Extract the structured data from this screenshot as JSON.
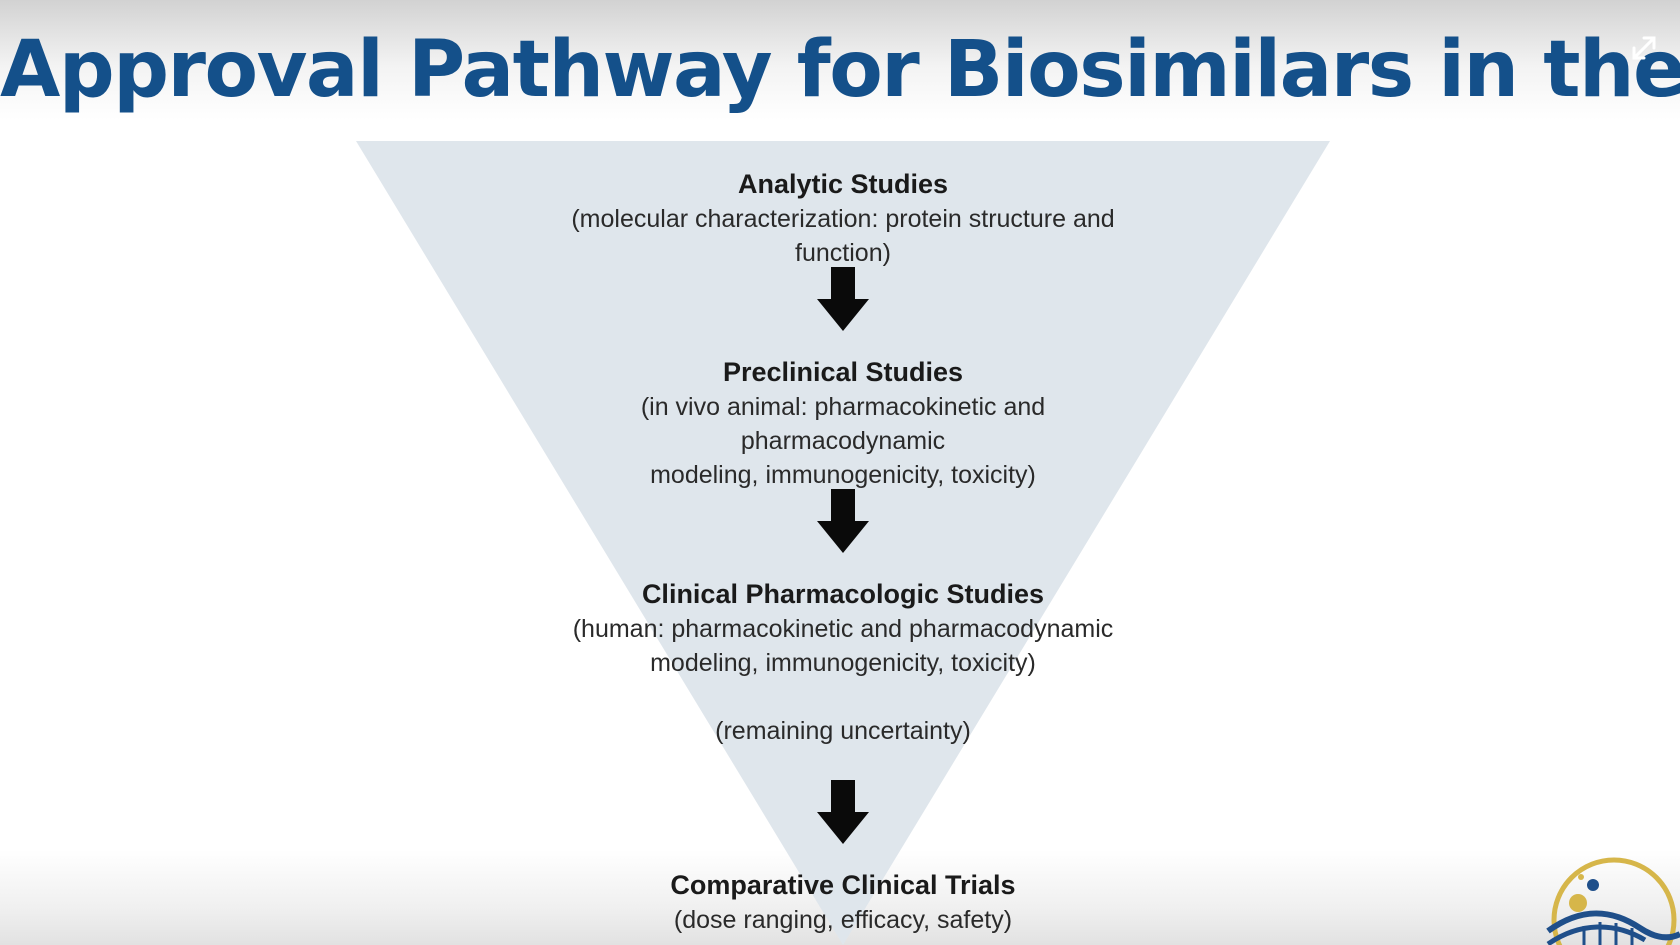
{
  "slide": {
    "title": "Approval Pathway for Biosimilars in the US"
  },
  "funnel": {
    "stages": [
      {
        "title": "Analytic Studies",
        "description": "(molecular characterization: protein structure and function)"
      },
      {
        "title": "Preclinical Studies",
        "description": "(in vivo animal: pharmacokinetic and pharmacodynamic\nmodeling, immunogenicity, toxicity)"
      },
      {
        "title": "Clinical Pharmacologic Studies",
        "description": "(human: pharmacokinetic and pharmacodynamic\nmodeling, immunogenicity, toxicity)",
        "note": "(remaining uncertainty)"
      },
      {
        "title": "Comparative Clinical Trials",
        "description": "(dose ranging, efficacy, safety)"
      }
    ]
  },
  "icons": {
    "expand": "expand-icon",
    "arrow": "arrow-down-icon",
    "logo": "logo-icon"
  },
  "colors": {
    "title": "#14508a",
    "funnel_fill": "#dfe6ec",
    "arrow": "#0a0a0a",
    "logo_gold": "#d6b64a",
    "logo_blue": "#1f4f8a"
  }
}
